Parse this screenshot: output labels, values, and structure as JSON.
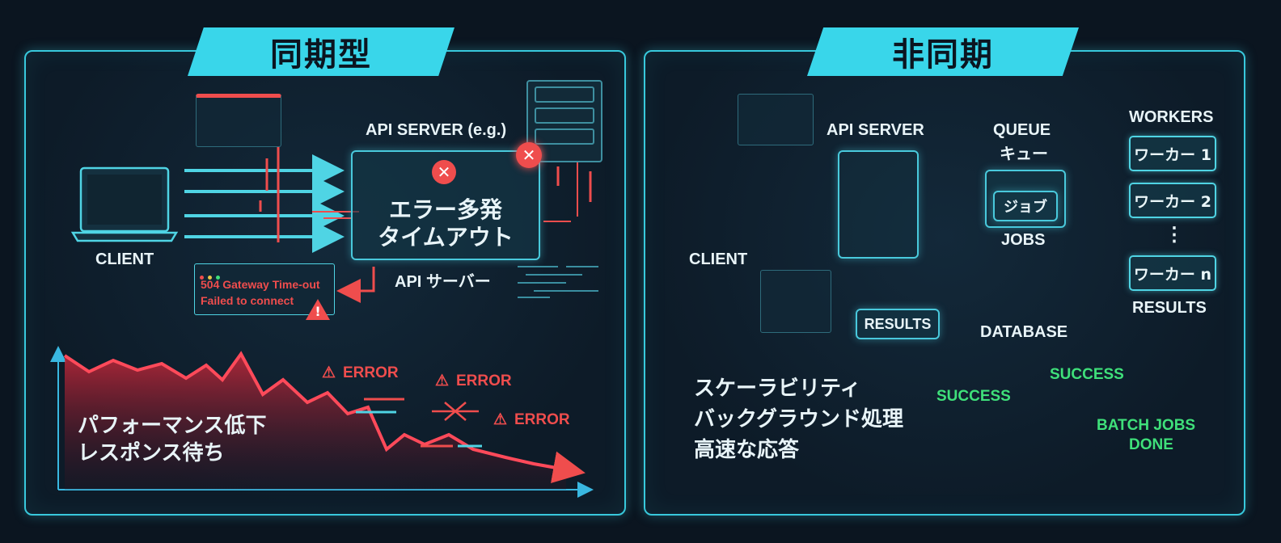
{
  "left": {
    "title": "同期型",
    "api_server_label": "API SERVER (e.g.)",
    "server_error_line1": "エラー多発",
    "server_error_line2": "タイムアウト",
    "api_server_jp": "API サーバー",
    "client_label": "CLIENT",
    "error_msg_line1": "504 Gateway Time-out",
    "error_msg_line2": "Failed to connect",
    "error_labels": [
      "ERROR",
      "ERROR",
      "ERROR"
    ],
    "chart_text_line1": "パフォーマンス低下",
    "chart_text_line2": "レスポンス待ち"
  },
  "right": {
    "title": "非同期",
    "api_server_label": "API SERVER",
    "queue_label": "QUEUE",
    "queue_jp": "キュー",
    "job_label": "ジョブ",
    "jobs_label": "JOBS",
    "workers_label": "WORKERS",
    "workers": [
      "ワーカー 1",
      "ワーカー 2",
      "ワーカー n"
    ],
    "workers_ellipsis": "⋮",
    "results_label": "RESULTS",
    "client_label": "CLIENT",
    "results_box_label": "RESULTS",
    "database_label": "DATABASE",
    "success_labels": [
      "SUCCESS",
      "SUCCESS"
    ],
    "batch_line1": "BATCH JOBS",
    "batch_line2": "DONE",
    "chart_text_line1": "スケーラビリティ",
    "chart_text_line2": "バックグラウンド処理",
    "chart_text_line3": "高速な応答"
  },
  "colors": {
    "accent": "#39d6ea",
    "error": "#ef4d4d",
    "success": "#3fe07a"
  }
}
